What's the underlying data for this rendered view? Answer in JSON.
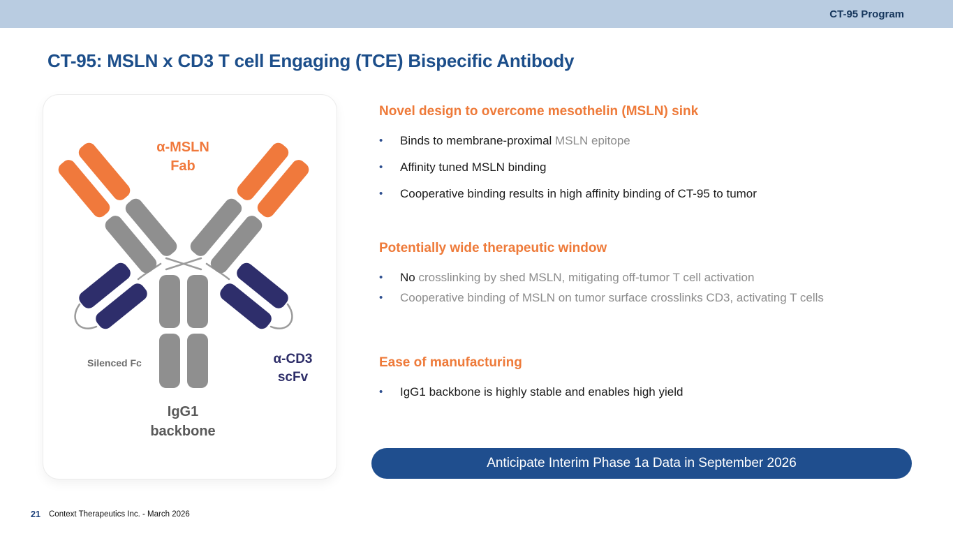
{
  "top_bar": {
    "program": "CT-95 Program"
  },
  "title": "CT-95: MSLN x CD3 T cell Engaging (TCE) Bispecific Antibody",
  "bullet_char": "•",
  "diagram": {
    "fab_label_line1": "α-MSLN",
    "fab_label_line2": "Fab",
    "silenced_fc_label": "Silenced Fc",
    "cd3_label_line1": "α-CD3",
    "cd3_label_line2": "scFv",
    "backbone_label_line1": "IgG1",
    "backbone_label_line2": "backbone",
    "colors": {
      "fab_orange": "#F0793C",
      "scfv_navy": "#2E2E6B",
      "chain_gray": "#8F8F8F"
    }
  },
  "sections": [
    {
      "heading": "Novel design to overcome mesothelin (MSLN) sink",
      "bullets": [
        {
          "parts": [
            {
              "text": "Binds to membrane-proximal ",
              "muted": false
            },
            {
              "text": "MSLN epitope",
              "muted": true
            }
          ]
        },
        {
          "parts": [
            {
              "text": "Affinity tuned MSLN binding",
              "muted": false
            }
          ]
        },
        {
          "parts": [
            {
              "text": "Cooperative binding results in high affinity binding of CT-95 to tumor",
              "muted": false
            }
          ]
        }
      ]
    },
    {
      "heading": "Potentially wide therapeutic window",
      "bullets": [
        {
          "parts": [
            {
              "text": "No ",
              "muted": false
            },
            {
              "text": "crosslinking by shed MSLN, mitigating off-tumor T cell activation",
              "muted": true
            }
          ]
        },
        {
          "parts": [
            {
              "text": "Cooperative binding of MSLN on tumor surface crosslinks CD3, activating T cells",
              "muted": true
            }
          ]
        }
      ]
    },
    {
      "heading": "Ease of manufacturing",
      "bullets": [
        {
          "parts": [
            {
              "text": "IgG1 backbone is highly stable and enables high yield",
              "muted": false
            }
          ]
        }
      ]
    }
  ],
  "banner": {
    "text": "Anticipate Interim Phase 1a Data in September 2026"
  },
  "footer": {
    "page_number": "21",
    "company": "Context Therapeutics Inc. - March 2026"
  }
}
